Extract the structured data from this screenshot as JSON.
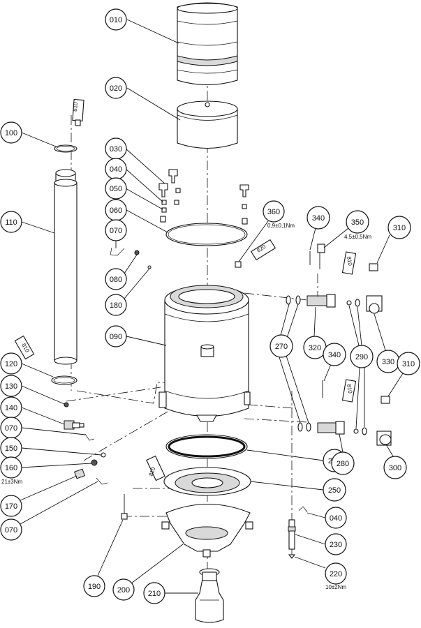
{
  "callouts": [
    {
      "id": "010"
    },
    {
      "id": "020"
    },
    {
      "id": "030"
    },
    {
      "id": "040"
    },
    {
      "id": "050"
    },
    {
      "id": "060"
    },
    {
      "id": "070"
    },
    {
      "id": "080"
    },
    {
      "id": "180"
    },
    {
      "id": "090"
    },
    {
      "id": "100"
    },
    {
      "id": "110"
    },
    {
      "id": "120"
    },
    {
      "id": "130"
    },
    {
      "id": "140"
    },
    {
      "id": "070"
    },
    {
      "id": "150"
    },
    {
      "id": "160"
    },
    {
      "id": "170"
    },
    {
      "id": "070"
    },
    {
      "id": "190"
    },
    {
      "id": "200"
    },
    {
      "id": "210"
    },
    {
      "id": "220"
    },
    {
      "id": "230"
    },
    {
      "id": "040"
    },
    {
      "id": "250"
    },
    {
      "id": "260"
    },
    {
      "id": "270"
    },
    {
      "id": "280"
    },
    {
      "id": "290"
    },
    {
      "id": "300"
    },
    {
      "id": "310"
    },
    {
      "id": "320"
    },
    {
      "id": "330"
    },
    {
      "id": "340"
    },
    {
      "id": "350"
    },
    {
      "id": "360"
    },
    {
      "id": "340"
    },
    {
      "id": "310"
    }
  ],
  "torque_notes": [
    "0,9±0,1Nm",
    "4,5±0,5Nm",
    "21±3Nm",
    "10±2Nm"
  ],
  "adhesive_labels": [
    "810",
    "810",
    "820",
    "810",
    "810",
    "810"
  ]
}
